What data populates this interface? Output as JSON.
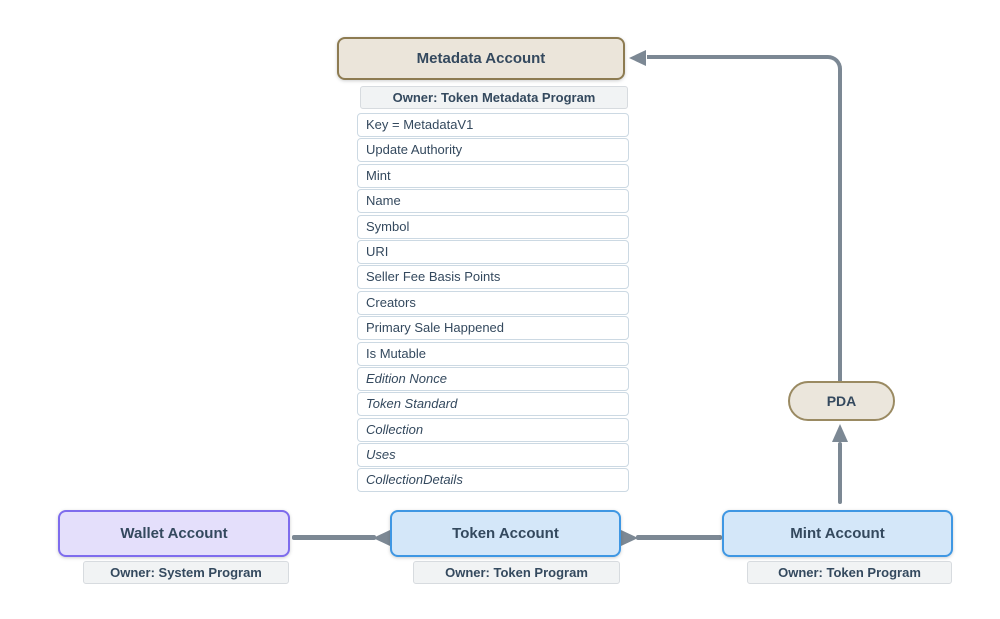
{
  "metadata_account": {
    "title": "Metadata Account",
    "owner": "Owner: Token Metadata Program",
    "fields": [
      {
        "label": "Key = MetadataV1",
        "italic": false
      },
      {
        "label": "Update Authority",
        "italic": false
      },
      {
        "label": "Mint",
        "italic": false
      },
      {
        "label": "Name",
        "italic": false
      },
      {
        "label": "Symbol",
        "italic": false
      },
      {
        "label": "URI",
        "italic": false
      },
      {
        "label": "Seller Fee Basis Points",
        "italic": false
      },
      {
        "label": "Creators",
        "italic": false
      },
      {
        "label": "Primary Sale Happened",
        "italic": false
      },
      {
        "label": "Is Mutable",
        "italic": false
      },
      {
        "label": "Edition Nonce",
        "italic": true
      },
      {
        "label": "Token Standard",
        "italic": true
      },
      {
        "label": "Collection",
        "italic": true
      },
      {
        "label": "Uses",
        "italic": true
      },
      {
        "label": "CollectionDetails",
        "italic": true
      }
    ]
  },
  "pda": {
    "label": "PDA"
  },
  "accounts": [
    {
      "title": "Wallet Account",
      "owner": "Owner: System Program"
    },
    {
      "title": "Token Account",
      "owner": "Owner: Token Program"
    },
    {
      "title": "Mint Account",
      "owner": "Owner: Token Program"
    }
  ],
  "colors": {
    "text": "#34495e",
    "arrow": "#7c8894",
    "metadata_fill": "#ebe5da",
    "metadata_border": "#8d7b51",
    "wallet_fill": "#e4dffb",
    "wallet_border": "#7e6ced",
    "token_fill": "#d4e7f9",
    "token_border": "#3f97e3",
    "owner_fill": "#f1f3f4",
    "row_border": "#ccd9e3"
  }
}
